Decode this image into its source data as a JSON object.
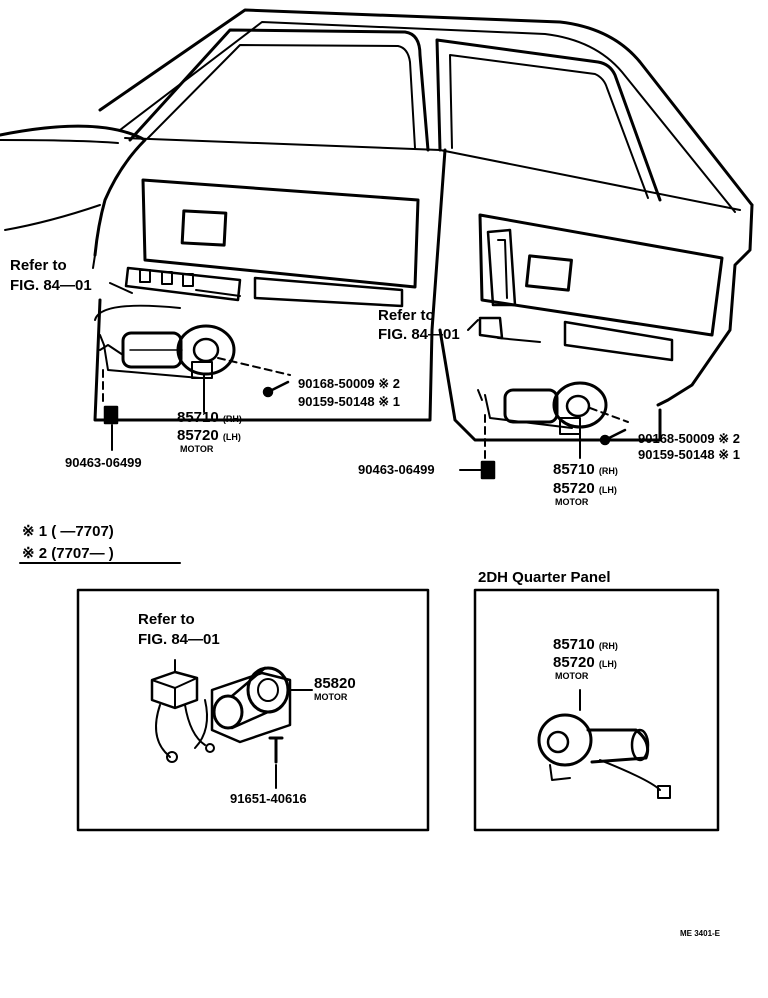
{
  "top_left_door": {
    "refer_line1": "Refer to",
    "refer_line2": "FIG. 84—01",
    "screw_a": "90168-50009",
    "screw_a_mark": "※ 2",
    "screw_b": "90159-50148",
    "screw_b_mark": "※ 1",
    "motor_rh": "85710",
    "rh_tag": "(RH)",
    "motor_lh": "85720",
    "lh_tag": "(LH)",
    "motor_word": "MOTOR",
    "clip": "90463-06499"
  },
  "top_right_door": {
    "refer_line1": "Refer to",
    "refer_line2": "FIG. 84—01",
    "screw_a": "90168-50009",
    "screw_a_mark": "※ 2",
    "screw_b": "90159-50148",
    "screw_b_mark": "※ 1",
    "motor_rh": "85710",
    "rh_tag": "(RH)",
    "motor_lh": "85720",
    "lh_tag": "(LH)",
    "motor_word": "MOTOR",
    "clip": "90463-06499"
  },
  "notes": [
    {
      "mark": "※ 1",
      "range": "(        —7707)"
    },
    {
      "mark": "※ 2",
      "range": "(7707—        )"
    }
  ],
  "box_left": {
    "refer_line1": "Refer to",
    "refer_line2": "FIG. 84—01",
    "motor": "85820",
    "motor_word": "MOTOR",
    "bolt": "91651-40616"
  },
  "box_right": {
    "title": "2DH Quarter Panel",
    "motor_rh": "85710",
    "rh_tag": "(RH)",
    "motor_lh": "85720",
    "lh_tag": "(LH)",
    "motor_word": "MOTOR"
  },
  "figure_code": "ME 3401-E"
}
